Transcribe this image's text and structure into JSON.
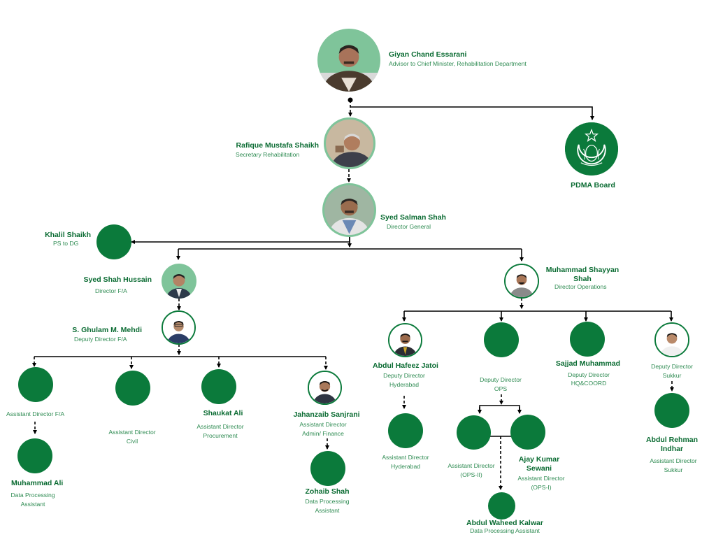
{
  "colors": {
    "node": "#0b7a3b",
    "photo_bg": "#7fc49a",
    "name": "#0a6b32",
    "title": "#2e8b52",
    "line": "#000000"
  },
  "people": {
    "advisor": {
      "name": "Giyan Chand Essarani",
      "title": "Advisor to Chief Minister, Rehabilitation Department"
    },
    "secretary": {
      "name": "Rafique Mustafa Shaikh",
      "title": "Secretary Rehabilitation"
    },
    "pdma": {
      "name": "PDMA Board"
    },
    "dg": {
      "name": "Syed Salman Shah",
      "title": "Director General"
    },
    "ps_dg": {
      "name": "Khalil Shaikh",
      "title": "PS to DG"
    },
    "dir_fa": {
      "name": "Syed Shah Hussain",
      "title": "Director F/A"
    },
    "dir_ops": {
      "name": "Muhammad Shayyan Shah",
      "title": "Director Operations"
    },
    "dd_fa": {
      "name": "S. Ghulam M. Mehdi",
      "title": "Deputy Director F/A"
    },
    "ad_fa": {
      "title": "Assistant Director F/A"
    },
    "dpa_fa": {
      "name": "Muhammad Ali",
      "title_1": "Data Processing",
      "title_2": "Assistant"
    },
    "ad_civil": {
      "title_1": "Assistant Director",
      "title_2": "Civil"
    },
    "ad_proc": {
      "name": "Shaukat Ali",
      "title_1": "Assistant Director",
      "title_2": "Procurement"
    },
    "ad_admin": {
      "name": "Jahanzaib Sanjrani",
      "title_1": "Assistant Director",
      "title_2": "Admin/ Finance"
    },
    "dpa_admin": {
      "name": "Zohaib Shah",
      "title_1": "Data Processing",
      "title_2": "Assistant"
    },
    "dd_hyd": {
      "name": "Abdul Hafeez Jatoi",
      "title_1": "Deputy Director",
      "title_2": "Hyderabad"
    },
    "ad_hyd": {
      "title_1": "Assistant Director",
      "title_2": "Hyderabad"
    },
    "dd_ops": {
      "title_1": "Deputy Director",
      "title_2": "OPS"
    },
    "ad_ops2": {
      "title_1": "Assistant Director",
      "title_2": "(OPS-II)"
    },
    "ad_ops1": {
      "name": "Ajay Kumar Sewani",
      "title_1": "Assistant Director",
      "title_2": "(OPS-I)"
    },
    "dpa_ops": {
      "name": "Abdul Waheed Kalwar",
      "title": "Data Processing Assistant"
    },
    "dd_hq": {
      "name": "Sajjad Muhammad",
      "title_1": "Deputy Director",
      "title_2": "HQ&COORD"
    },
    "dd_sukkur": {
      "title_1": "Deputy Director",
      "title_2": "Sukkur"
    },
    "ad_sukkur": {
      "name": "Abdul Rehman Indhar",
      "title_1": "Assistant Director",
      "title_2": "Sukkur"
    }
  }
}
